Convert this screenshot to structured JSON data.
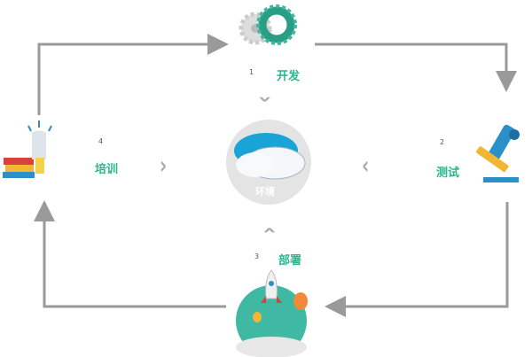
{
  "center": {
    "label": "环境"
  },
  "steps": [
    {
      "number": "1",
      "label": "开发",
      "icon": "gears-icon"
    },
    {
      "number": "2",
      "label": "测试",
      "icon": "microscope-icon"
    },
    {
      "number": "3",
      "label": "部署",
      "icon": "rocket-icon"
    },
    {
      "number": "4",
      "label": "培训",
      "icon": "books-icon"
    }
  ],
  "colors": {
    "accent": "#2bb58f",
    "arrow": "#9a9a9a"
  }
}
